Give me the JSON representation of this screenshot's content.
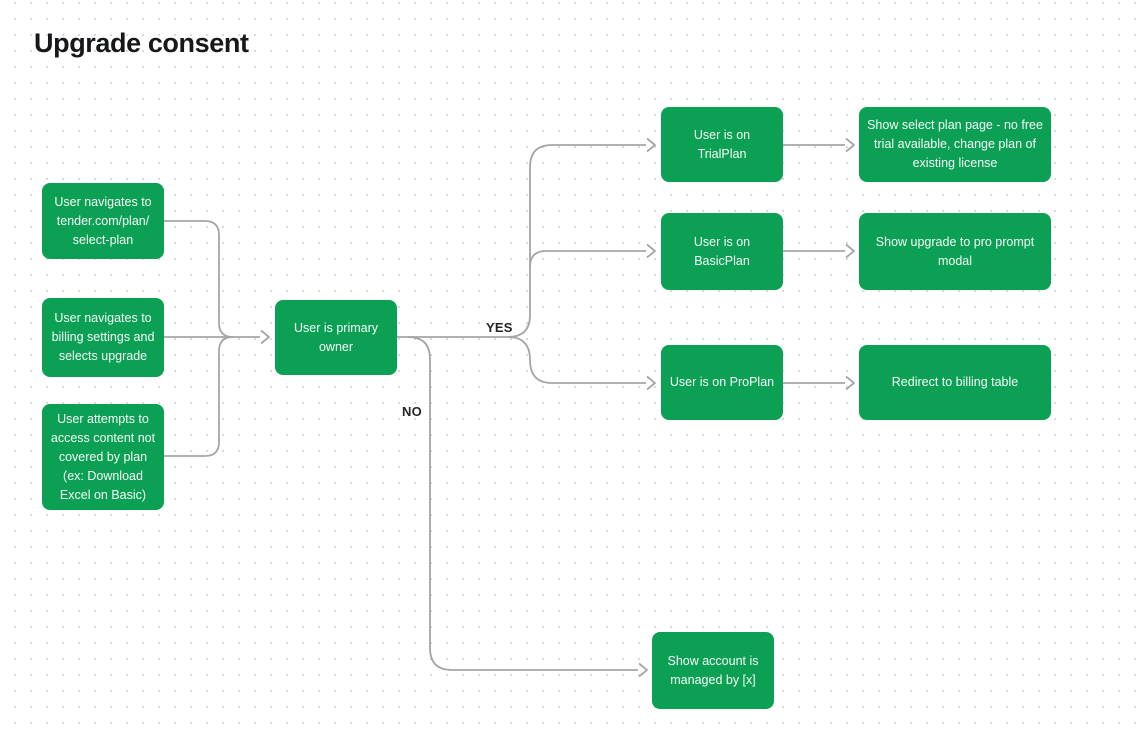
{
  "title": "Upgrade consent",
  "colors": {
    "node_fill": "#0ca054",
    "node_text": "#ffffff",
    "connector": "#a6a6a6",
    "background": "#ffffff",
    "grid_dot": "#d5d5d7",
    "title_text": "#17181a"
  },
  "edge_labels": {
    "yes": "YES",
    "no": "NO"
  },
  "nodes": [
    {
      "id": "nav-select-plan",
      "label": "User navigates to\ntender.com/plan/\nselect-plan"
    },
    {
      "id": "nav-billing-upgrade",
      "label": "User navigates to\nbilling settings and\nselects upgrade"
    },
    {
      "id": "attempt-access",
      "label": "User attempts to\naccess content not\ncovered by plan\n(ex: Download\nExcel on Basic)"
    },
    {
      "id": "primary-owner",
      "label": "User is primary\nowner"
    },
    {
      "id": "on-trialplan",
      "label": "User is on TrialPlan"
    },
    {
      "id": "on-basicplan",
      "label": "User is on\nBasicPlan"
    },
    {
      "id": "on-proplan",
      "label": "User is on ProPlan"
    },
    {
      "id": "show-select-plan",
      "label": "Show select plan page - no free\ntrial available, change plan of\nexisting license"
    },
    {
      "id": "show-upgrade-prompt",
      "label": "Show upgrade to pro prompt\nmodal"
    },
    {
      "id": "redirect-billing",
      "label": "Redirect to billing table"
    },
    {
      "id": "account-managed",
      "label": "Show account is\nmanaged by [x]"
    }
  ],
  "edges": [
    {
      "from": "nav-select-plan",
      "to": "primary-owner"
    },
    {
      "from": "nav-billing-upgrade",
      "to": "primary-owner"
    },
    {
      "from": "attempt-access",
      "to": "primary-owner"
    },
    {
      "from": "primary-owner",
      "to": "on-trialplan",
      "label": "YES"
    },
    {
      "from": "primary-owner",
      "to": "on-basicplan",
      "label": "YES"
    },
    {
      "from": "primary-owner",
      "to": "on-proplan",
      "label": "YES"
    },
    {
      "from": "primary-owner",
      "to": "account-managed",
      "label": "NO"
    },
    {
      "from": "on-trialplan",
      "to": "show-select-plan"
    },
    {
      "from": "on-basicplan",
      "to": "show-upgrade-prompt"
    },
    {
      "from": "on-proplan",
      "to": "redirect-billing"
    }
  ]
}
